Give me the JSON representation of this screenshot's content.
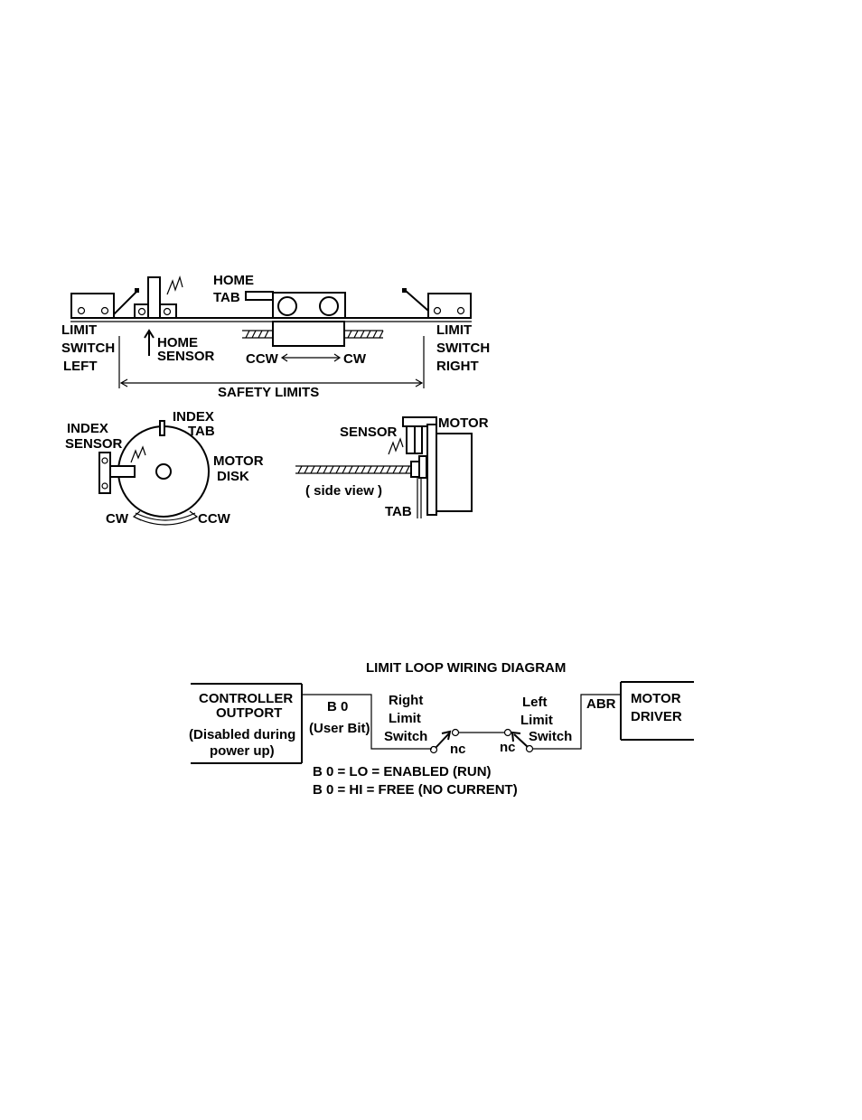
{
  "figure": {
    "mech": {
      "home_tab": [
        "HOME",
        "TAB"
      ],
      "limit_switch_left": [
        "LIMIT",
        "SWITCH",
        "LEFT"
      ],
      "limit_switch_right": [
        "LIMIT",
        "SWITCH",
        "RIGHT"
      ],
      "home_sensor": [
        "HOME",
        "SENSOR"
      ],
      "ccw": "CCW",
      "cw": "CW",
      "safety_limits": "SAFETY LIMITS"
    },
    "disk": {
      "index_sensor": [
        "INDEX",
        "SENSOR"
      ],
      "index_tab": [
        "INDEX",
        "TAB"
      ],
      "motor_disk": [
        "MOTOR",
        "DISK"
      ],
      "cw": "CW",
      "ccw": "CCW"
    },
    "side": {
      "sensor": "SENSOR",
      "motor": "MOTOR",
      "side_view": "( side view )",
      "tab": "TAB"
    }
  },
  "wiring": {
    "title": "LIMIT LOOP WIRING DIAGRAM",
    "controller": [
      "CONTROLLER",
      "OUTPORT",
      "(Disabled during",
      "power up)"
    ],
    "b0": "B 0",
    "user_bit": "(User Bit)",
    "right_limit": [
      "Right",
      "Limit",
      "Switch"
    ],
    "left_limit": [
      "Left",
      "Limit",
      "Switch"
    ],
    "nc_right": "nc",
    "nc_left": "nc",
    "abr": "ABR",
    "motor_driver": [
      "MOTOR",
      "DRIVER"
    ],
    "note_lo": "B 0 = LO = ENABLED (RUN)",
    "note_hi": "B 0 = HI  = FREE (NO CURRENT)"
  }
}
